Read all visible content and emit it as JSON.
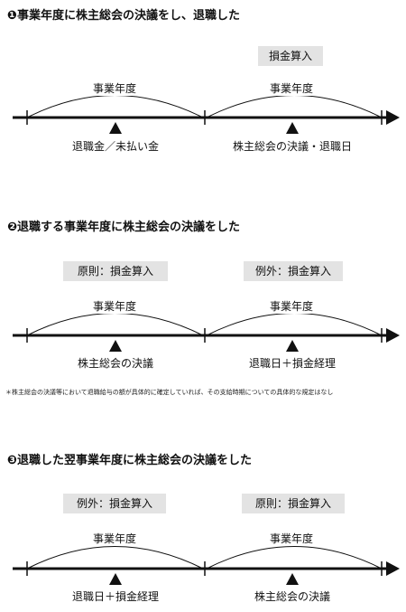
{
  "sections": [
    {
      "heading": "❶事業年度に株主総会の決議をし、退職した",
      "boxes": [
        "損金算入"
      ],
      "arcs": [
        "事業年度",
        "事業年度"
      ],
      "markers": [
        "退職金／未払い金",
        "株主総会の決議・退職日"
      ]
    },
    {
      "heading": "❷退職する事業年度に株主総会の決議をした",
      "boxes": [
        "原則：損金算入",
        "例外：損金算入"
      ],
      "arcs": [
        "事業年度",
        "事業年度"
      ],
      "markers": [
        "株主総会の決議",
        "退職日＋損金経理"
      ]
    },
    {
      "heading": "❸退職した翌事業年度に株主総会の決議をした",
      "boxes": [
        "例外：損金算入",
        "原則：損金算入"
      ],
      "arcs": [
        "事業年度",
        "事業年度"
      ],
      "markers": [
        "退職日＋損金経理",
        "株主総会の決議"
      ]
    }
  ],
  "note": "＊株主総会の決議等において退職給与の額が具体的に確定していれば、その支給時期についての具体的な規定はなし"
}
